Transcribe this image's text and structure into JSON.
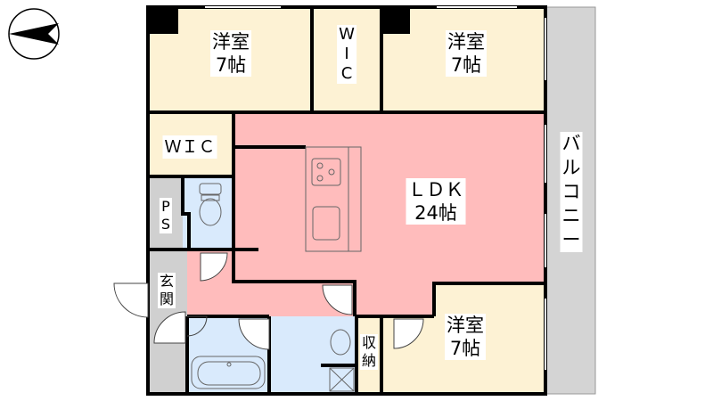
{
  "compass": {
    "icon": "north-arrow-icon",
    "direction": "west"
  },
  "colors": {
    "bedroom": "#fdf2d4",
    "ldk": "#ffbcbc",
    "wet": "#d9eafc",
    "utility": "#d0d0d0",
    "wall": "#000000"
  },
  "rooms": {
    "bedroom1": {
      "name": "洋室",
      "size": "7帖"
    },
    "wic_top": {
      "name": "W\nI\nC",
      "chars": [
        "W",
        "I",
        "C"
      ]
    },
    "bedroom2": {
      "name": "洋室",
      "size": "7帖"
    },
    "wic_left": {
      "name": "ＷＩＣ"
    },
    "ldk": {
      "name": "ＬＤＫ",
      "size": "24帖"
    },
    "ps": {
      "chars": [
        "P",
        "S"
      ]
    },
    "entrance": {
      "chars": [
        "玄",
        "関"
      ]
    },
    "storage": {
      "chars": [
        "収",
        "納"
      ]
    },
    "bedroom3": {
      "name": "洋室",
      "size": "7帖"
    },
    "balcony": {
      "chars": [
        "バ",
        "ル",
        "コ",
        "ニ",
        "ー"
      ]
    }
  }
}
